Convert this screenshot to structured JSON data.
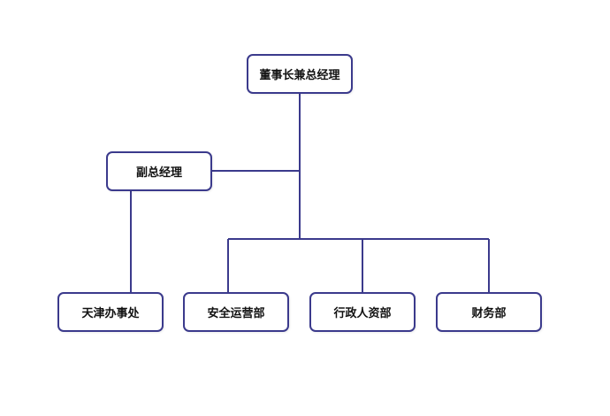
{
  "org_chart": {
    "line_color": "#3b3a8c",
    "border_color": "#3b3a8c",
    "nodes": {
      "chairman": "董事长兼总经理",
      "deputy": "副总经理",
      "tianjin": "天津办事处",
      "safety": "安全运营部",
      "hr": "行政人资部",
      "finance": "财务部"
    }
  }
}
